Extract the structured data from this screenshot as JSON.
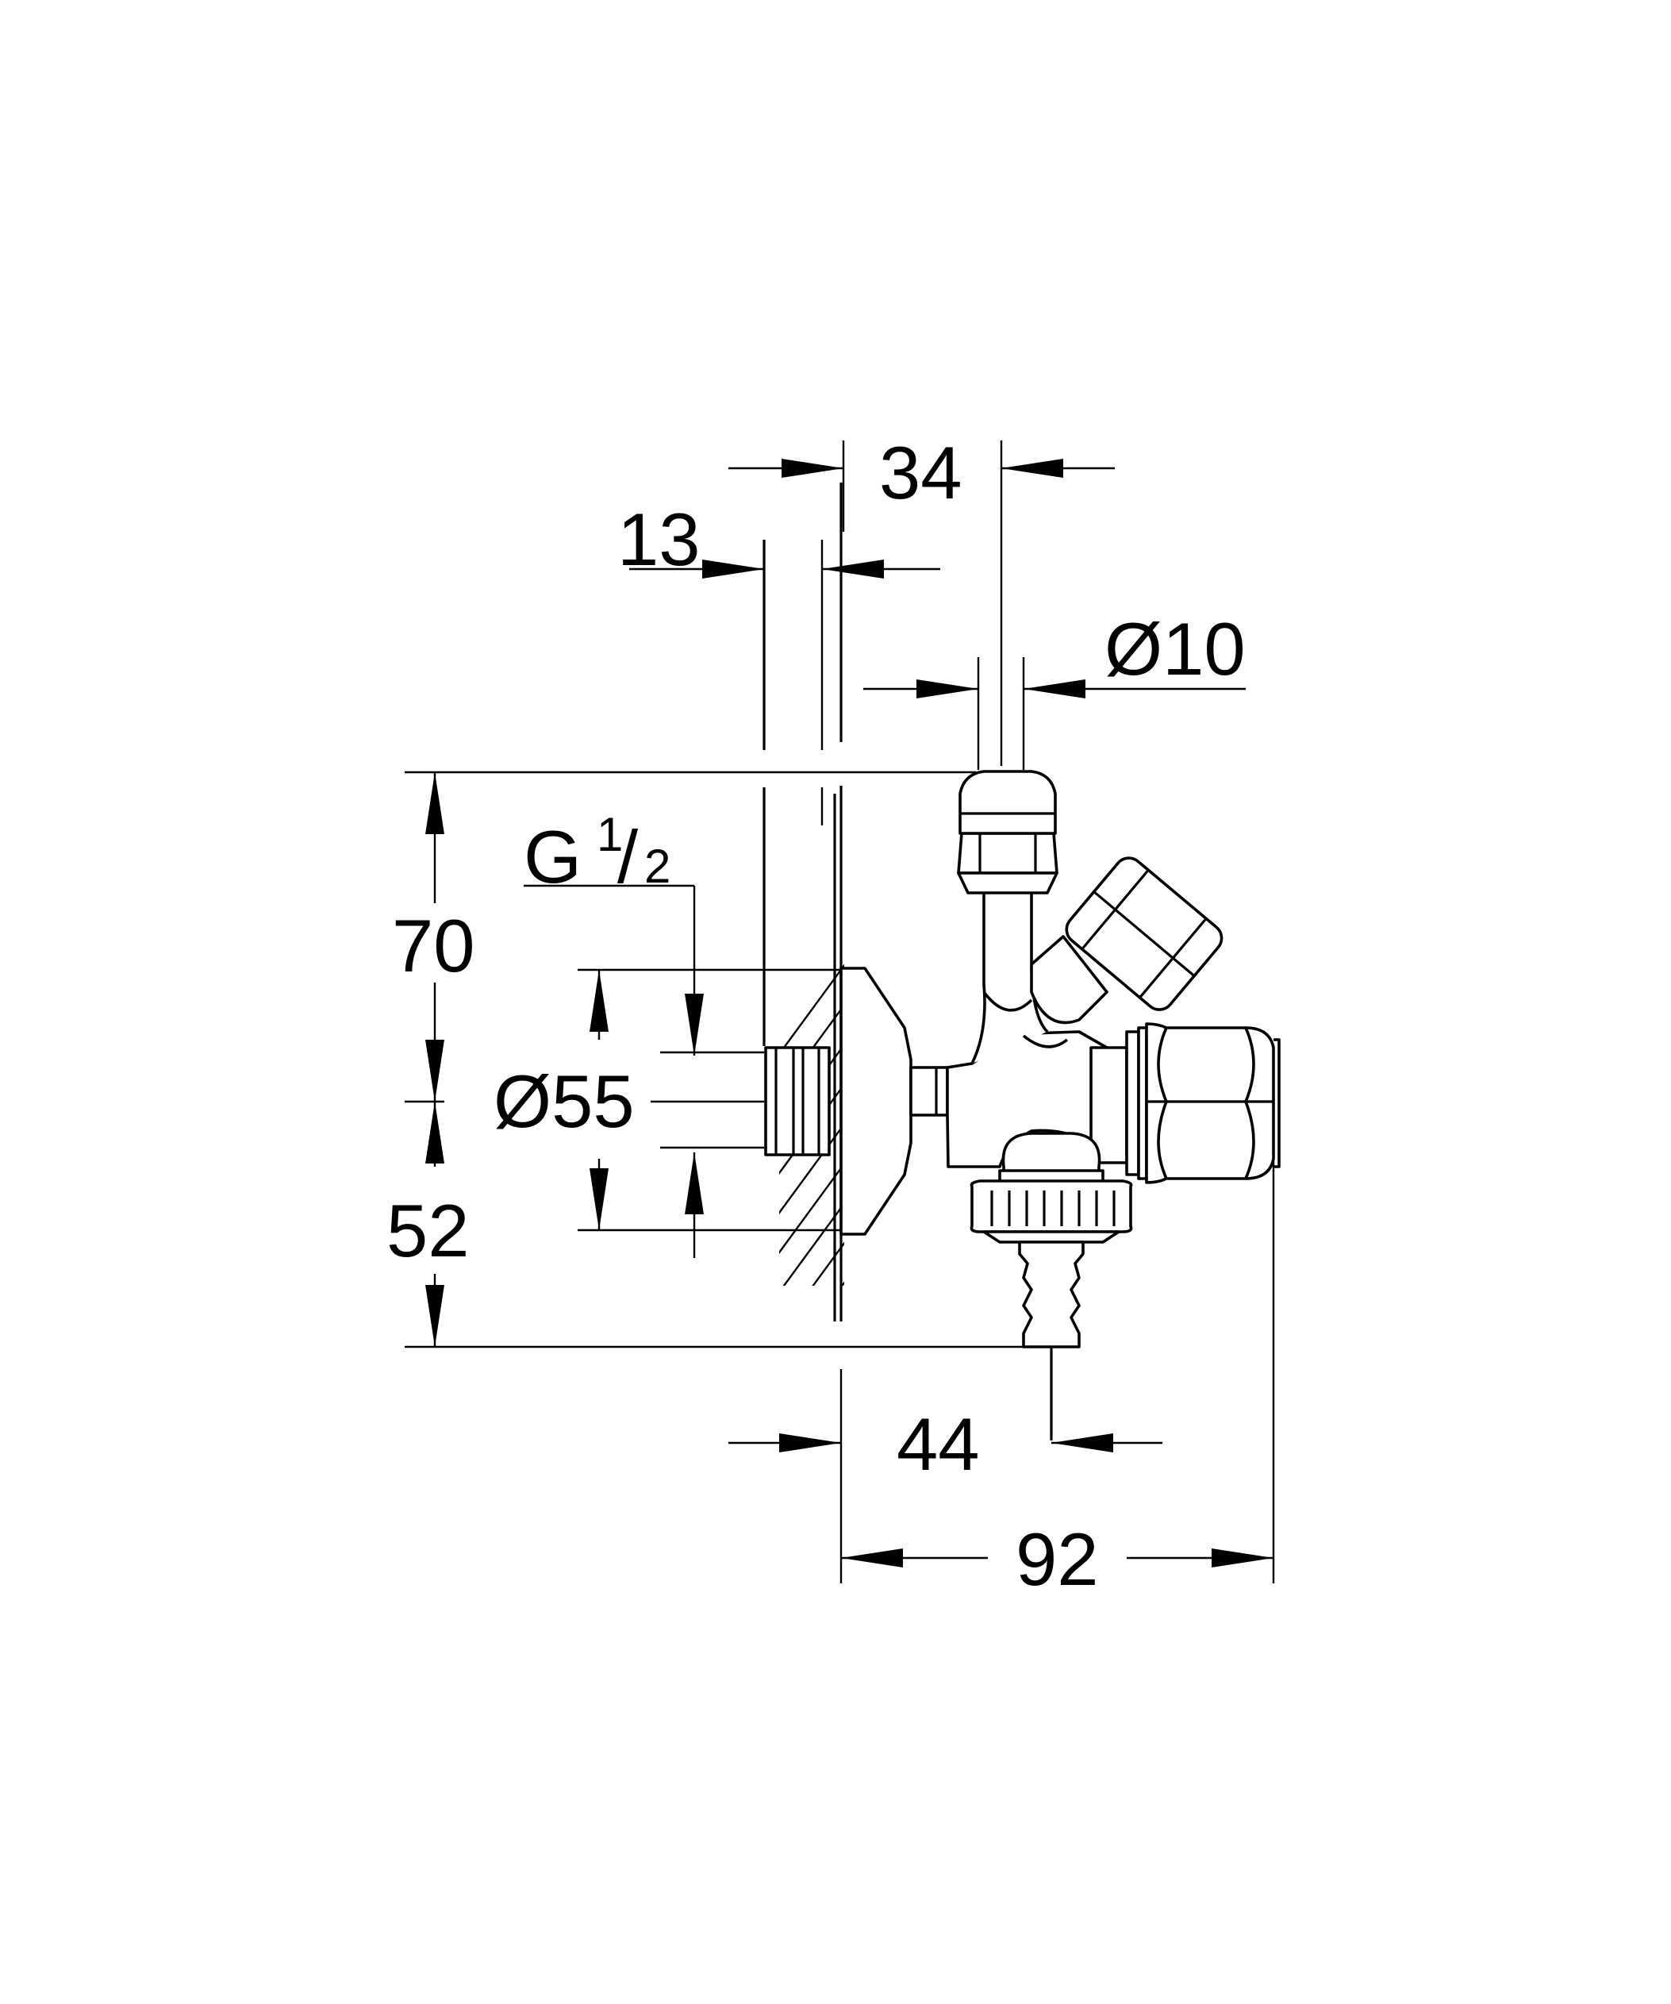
{
  "dimensions": {
    "d34": "34",
    "d13": "13",
    "dia10": "Ø10",
    "g_letter": "G",
    "g_num": "1",
    "g_slash": "/",
    "g_den": "2",
    "d70": "70",
    "dia55": "Ø55",
    "d52": "52",
    "d44": "44",
    "d92": "92"
  }
}
